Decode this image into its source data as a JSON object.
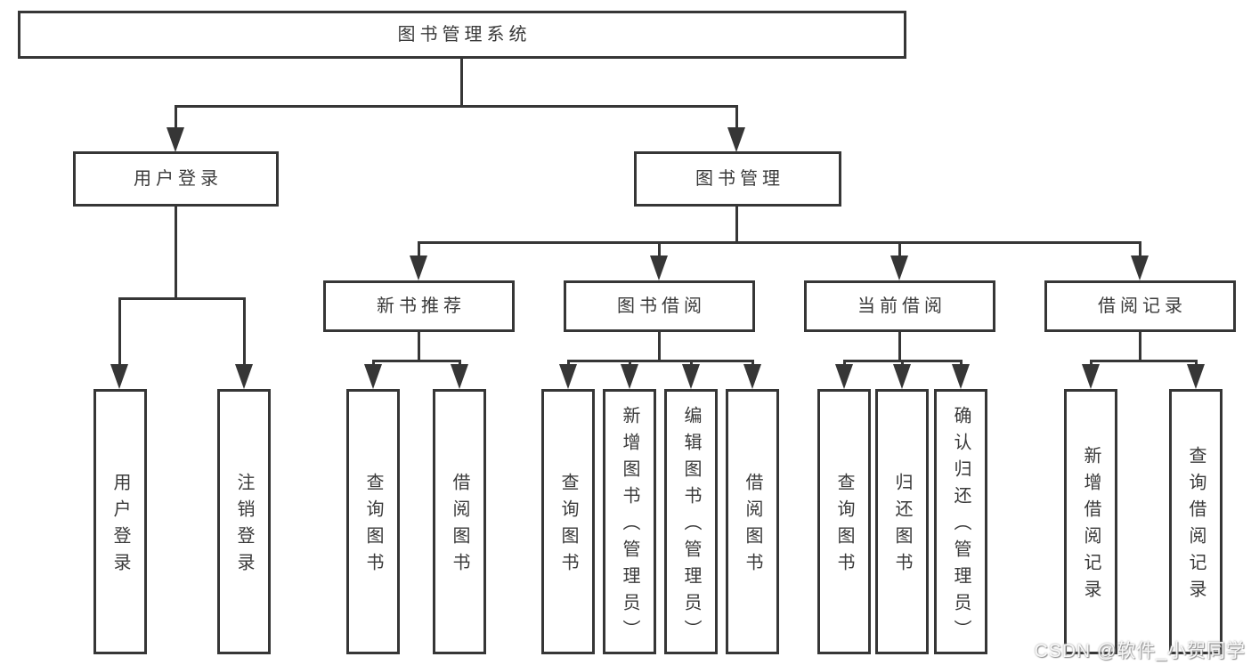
{
  "tree": {
    "label": "图书管理系统",
    "children": [
      {
        "label": "用户登录",
        "children": [
          {
            "label": "用户登录"
          },
          {
            "label": "注销登录"
          }
        ]
      },
      {
        "label": "图书管理",
        "children": [
          {
            "label": "新书推荐",
            "children": [
              {
                "label": "查询图书"
              },
              {
                "label": "借阅图书"
              }
            ]
          },
          {
            "label": "图书借阅",
            "children": [
              {
                "label": "查询图书"
              },
              {
                "label": "新增图书（管理员）"
              },
              {
                "label": "编辑图书（管理员）"
              },
              {
                "label": "借阅图书"
              }
            ]
          },
          {
            "label": "当前借阅",
            "children": [
              {
                "label": "查询图书"
              },
              {
                "label": "归还图书"
              },
              {
                "label": "确认归还（管理员）"
              }
            ]
          },
          {
            "label": "借阅记录",
            "children": [
              {
                "label": "新增借阅记录"
              },
              {
                "label": "查询借阅记录"
              }
            ]
          }
        ]
      }
    ]
  },
  "watermark": "CSDN @软件_小贺同学",
  "colors": {
    "line": "#363636",
    "text": "#3a3a3a",
    "background": "#ffffff",
    "watermark_text": "#d9d9d9"
  }
}
